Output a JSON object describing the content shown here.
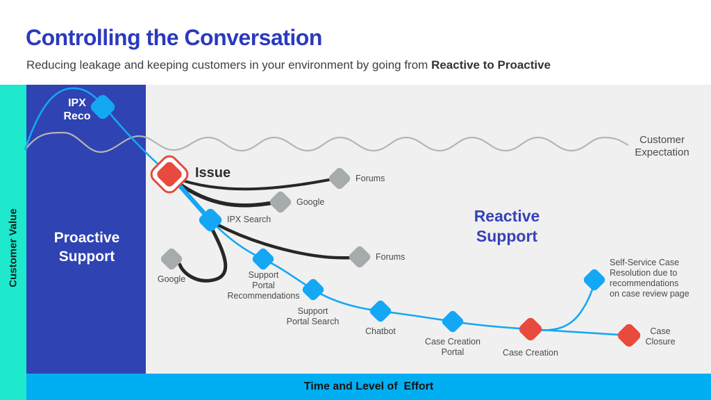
{
  "header": {
    "title": "Controlling the Conversation",
    "subtitle_regular": "Reducing leakage and keeping customers in your environment by going from ",
    "subtitle_bold": "Reactive to Proactive"
  },
  "axes": {
    "y_label": "Customer Value",
    "x_label": "Time and Level of  Effort"
  },
  "zones": {
    "proactive": "Proactive\nSupport",
    "reactive": "Reactive\nSupport",
    "customer_expectation": "Customer\nExpectation"
  },
  "nodes": {
    "ipx_reco": "IPX\nReco",
    "issue": "Issue",
    "forums_upper": "Forums",
    "google_upper": "Google",
    "ipx_search": "IPX Search",
    "google_lower": "Google",
    "forums_lower": "Forums",
    "support_portal_recommendations": "Support\nPortal\nRecommendations",
    "support_portal_search": "Support\nPortal Search",
    "chatbot": "Chatbot",
    "case_creation_portal": "Case Creation\nPortal",
    "case_creation": "Case Creation",
    "self_service": "Self-Service Case\nResolution due to\nrecommendations\non case review page",
    "case_closure": "Case\nClosure"
  },
  "colors": {
    "title_blue": "#2b3abd",
    "panel_blue": "#2f43b2",
    "strip_teal": "#1fe9cd",
    "bar_cyan": "#00aff2",
    "diagram_gray_bg": "#f0f0f1",
    "diamond_blue": "#14a7f3",
    "diamond_gray": "#a6abac",
    "diamond_red": "#e84a3d",
    "line_black": "#272727",
    "line_blue": "#14a7f3",
    "wave_gray": "#b3b5b4"
  }
}
